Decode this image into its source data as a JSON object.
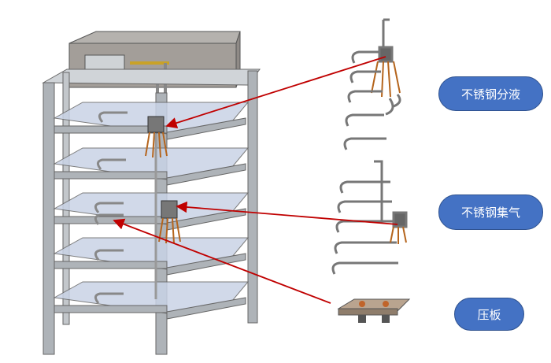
{
  "labels": {
    "distributor": "不锈钢分液",
    "collector": "不锈钢集气",
    "clamp": "压板"
  },
  "colors": {
    "label_fill": "#4472c4",
    "arrow": "#c00000",
    "frame": "#9ea3a8",
    "shelf": "#c9d3e6"
  }
}
